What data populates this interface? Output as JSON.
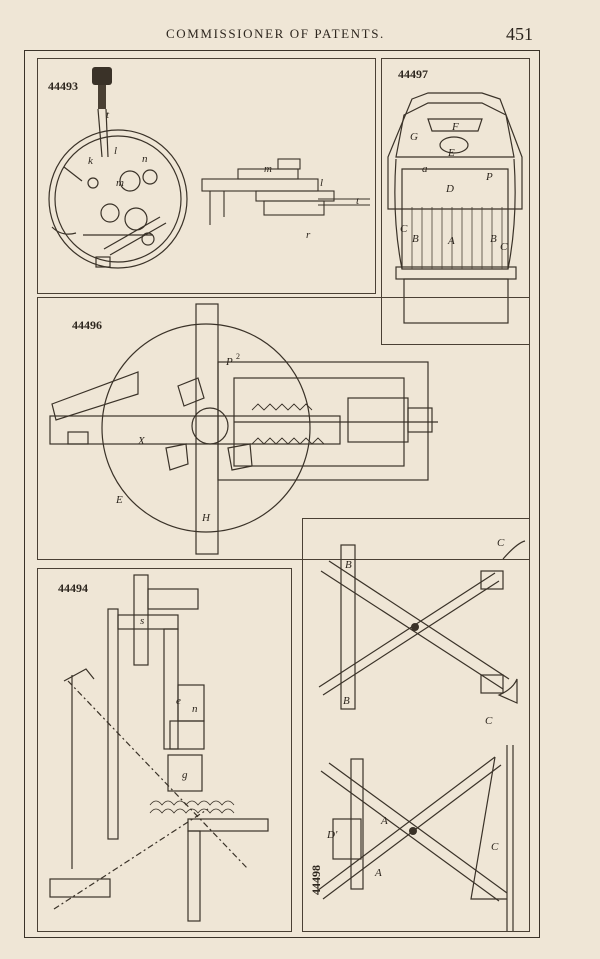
{
  "header": {
    "running_head": "COMMISSIONER OF PATENTS.",
    "page_number": "451"
  },
  "figures": {
    "fig_44493": {
      "number": "44493",
      "labels": [
        "t",
        "k",
        "l",
        "n",
        "m",
        "m",
        "l",
        "t",
        "r"
      ]
    },
    "fig_44497": {
      "number": "44497",
      "labels": [
        "F",
        "G",
        "E",
        "D",
        "a",
        "P",
        "C",
        "B",
        "A",
        "B",
        "C"
      ]
    },
    "fig_44496": {
      "number": "44496",
      "labels": [
        "P",
        "X",
        "E",
        "H"
      ],
      "superscript": "2"
    },
    "fig_44494": {
      "number": "44494",
      "labels": [
        "s",
        "e",
        "n",
        "g"
      ]
    },
    "fig_44498": {
      "number": "44498",
      "labels": [
        "B",
        "B",
        "C",
        "C",
        "A",
        "A",
        "D'",
        "C"
      ]
    }
  },
  "colors": {
    "paper": "#efe6d6",
    "ink": "#2d261e"
  }
}
